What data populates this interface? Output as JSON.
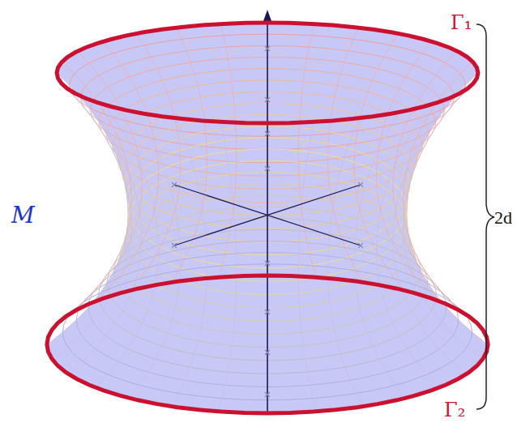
{
  "diagram": {
    "labels": [
      "Γ₁",
      "Γ₂",
      "M",
      "2d"
    ]
  }
}
